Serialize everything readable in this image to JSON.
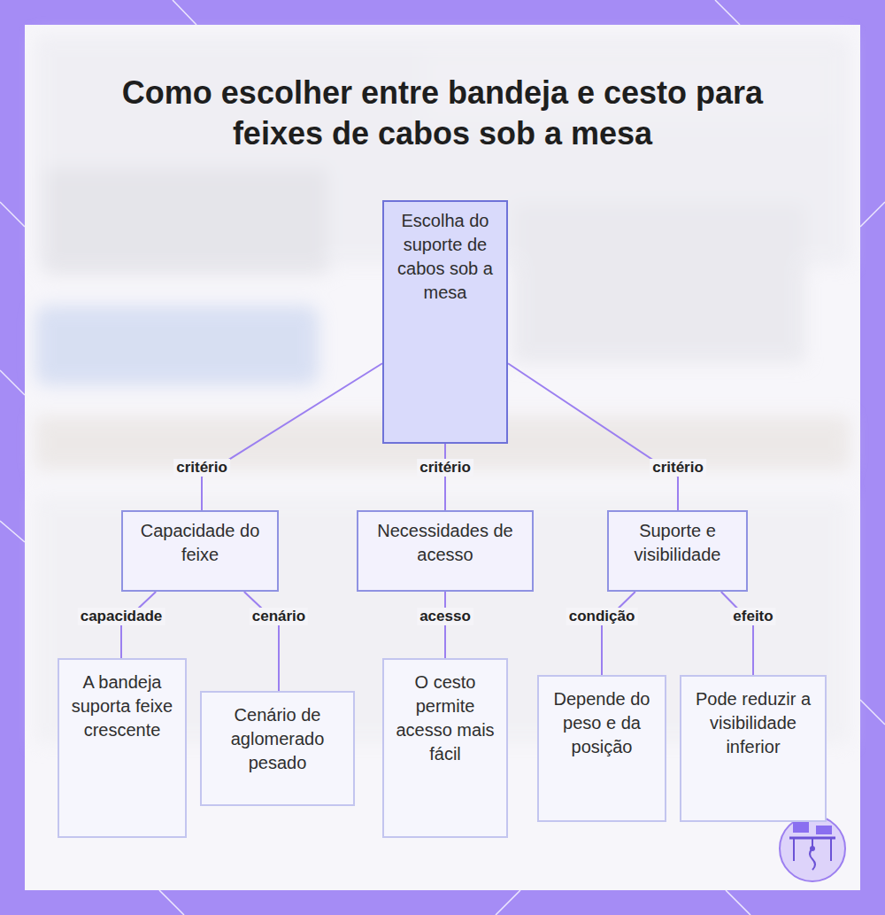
{
  "diagram": {
    "title": "Como escolher entre bandeja e cesto para feixes de cabos sob a mesa",
    "nodes": [
      {
        "text": [
          "Escolha do suporte de cabos sob a mesa"
        ]
      },
      {
        "text": [
          "Capacidade do feixe"
        ]
      },
      {
        "text": [
          "Necessidades de acesso"
        ]
      },
      {
        "text": [
          "Suporte e visibilidade"
        ]
      },
      {
        "text": [
          "A bandeja suporta feixe crescente"
        ]
      },
      {
        "text": [
          "Cenário de aglomerado pesado"
        ]
      },
      {
        "text": [
          "O cesto permite acesso mais fácil"
        ]
      },
      {
        "text": [
          "Depende do peso e da posição"
        ]
      },
      {
        "text": [
          "Pode reduzir a visibilidade inferior"
        ]
      }
    ],
    "edges": [
      {
        "from": 0,
        "to": 1,
        "label": "critério",
        "arrow": "none"
      },
      {
        "from": 0,
        "to": 2,
        "label": "critério",
        "arrow": "none"
      },
      {
        "from": 0,
        "to": 3,
        "label": "critério",
        "arrow": "none"
      },
      {
        "from": 1,
        "to": 4,
        "label": "capacidade",
        "arrow": "none"
      },
      {
        "from": 1,
        "to": 5,
        "label": "cenário",
        "arrow": "none"
      },
      {
        "from": 2,
        "to": 6,
        "label": "acesso",
        "arrow": "none"
      },
      {
        "from": 3,
        "to": 7,
        "label": "condição",
        "arrow": "none"
      },
      {
        "from": 3,
        "to": 8,
        "label": "efeito",
        "arrow": "none"
      }
    ]
  }
}
